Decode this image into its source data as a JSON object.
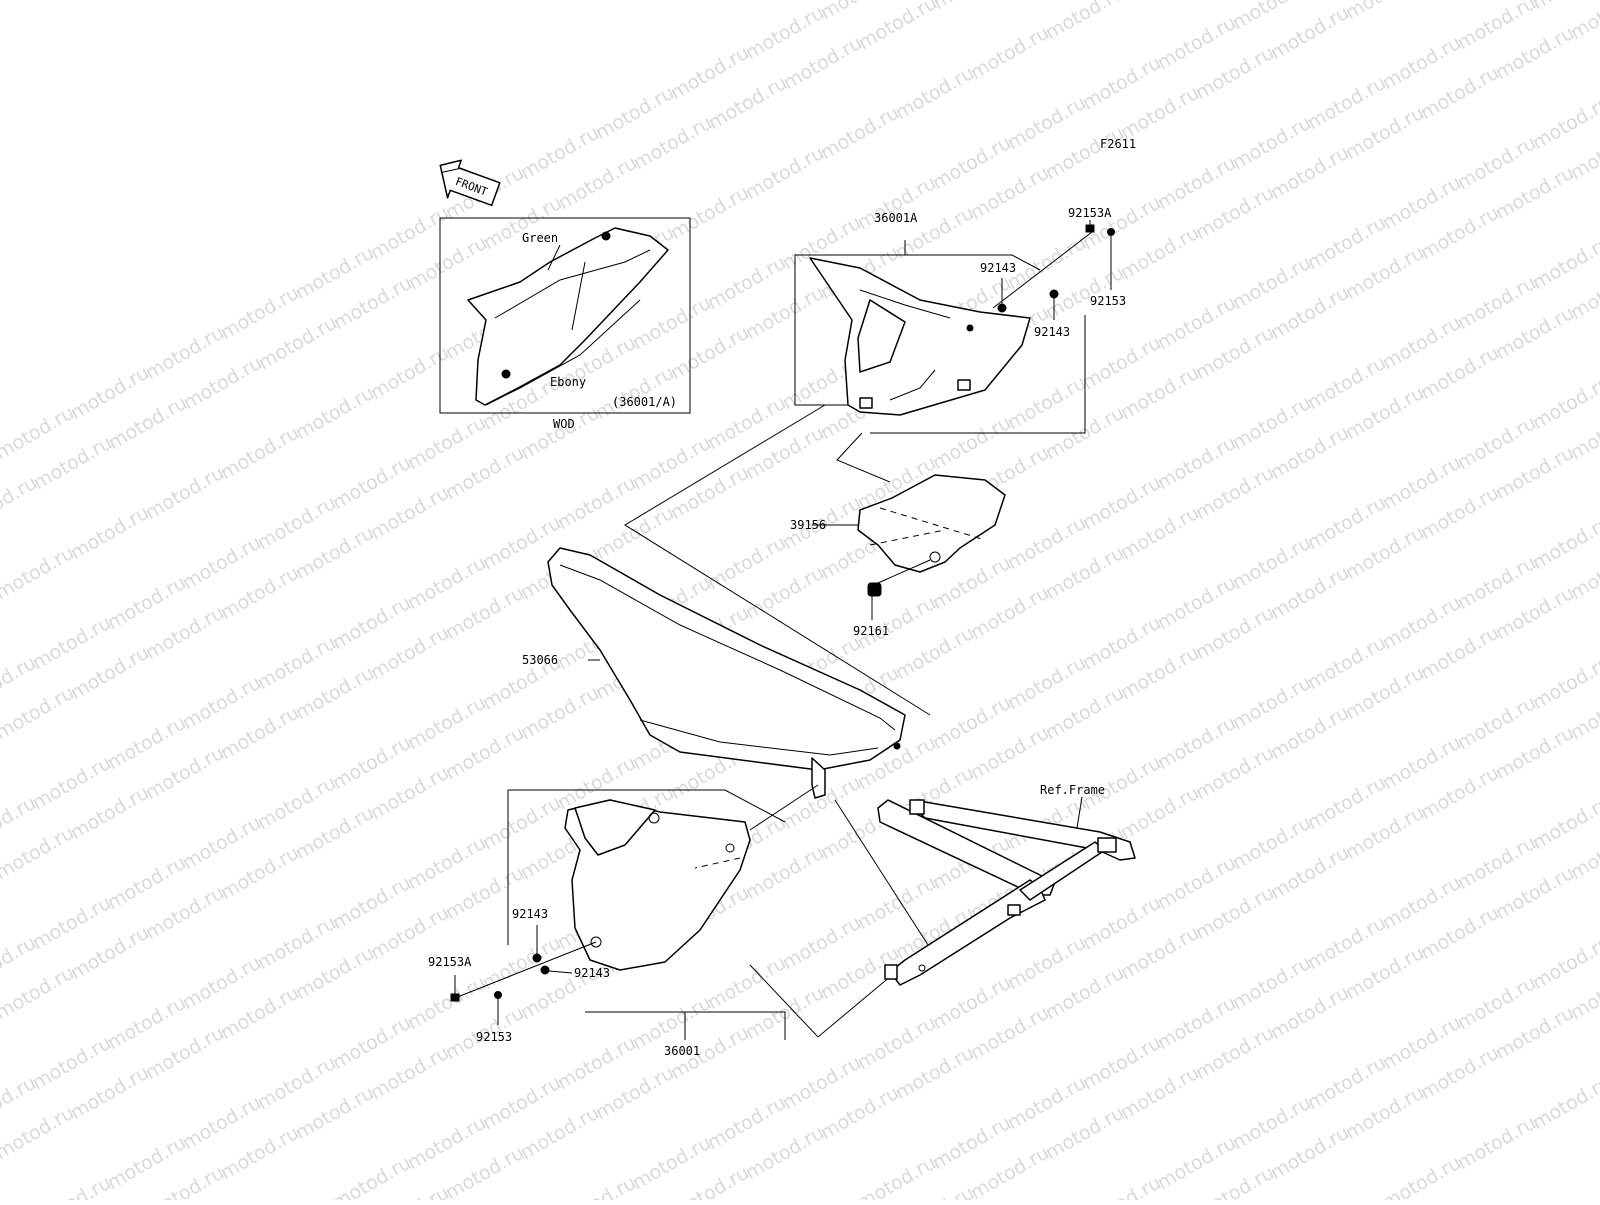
{
  "watermark": {
    "text": "motod.ru",
    "color": "#d9d9d9"
  },
  "figure_code": "F2611",
  "front_arrow_label": "FRONT",
  "inset": {
    "caption": "WOD",
    "ref": "(36001/A)",
    "color_labels": {
      "top": "Green",
      "bottom": "Ebony"
    }
  },
  "callouts": {
    "side_cover_right": "36001A",
    "bolt_top": "92153A",
    "collar_top_a": "92143",
    "collar_top_b": "92143",
    "washer_top": "92153",
    "pad": "39156",
    "damper": "92161",
    "seat": "53066",
    "frame": "Ref.Frame",
    "collar_bottom_a": "92143",
    "collar_bottom_b": "92143",
    "bolt_bottom": "92153A",
    "washer_bottom": "92153",
    "side_cover_left": "36001"
  },
  "icons": {
    "front_arrow": "front-arrow-icon"
  }
}
